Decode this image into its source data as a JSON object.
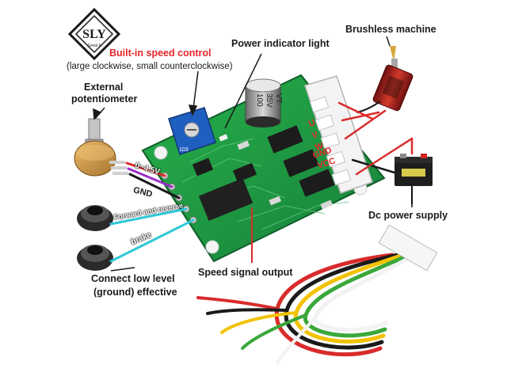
{
  "logo": {
    "brand_text": "SLY",
    "sub_text": "Great It"
  },
  "labels": {
    "builtin_speed_control": "Built-in speed control",
    "rotation_note": "(large clockwise, small counterclockwise)",
    "power_indicator": "Power indicator light",
    "brushless_machine": "Brushless machine",
    "external_pot_line1": "External",
    "external_pot_line2": "potentiometer",
    "dc_power_supply": "Dc power supply",
    "speed_signal_output": "Speed signal output",
    "connect_low_line1": "Connect low level",
    "connect_low_line2": "(ground) effective"
  },
  "wire_labels": {
    "v_range": "0~4.5V",
    "gnd": "GND",
    "forward_reverse": "Forward and reverse",
    "brake": "brake"
  },
  "terminal_labels": [
    "U",
    "V",
    "W",
    "GND",
    "VCC"
  ],
  "component_text": {
    "capacitor_line1": "100",
    "capacitor_line2": "35V",
    "capacitor_line3": "VT",
    "pot_marking": "103"
  },
  "colors": {
    "pcb": "#1f9a3e",
    "accent_red": "#e3262a",
    "wire_purple": "#9b2fc9",
    "wire_cyan": "#2ec8d8",
    "wire_red": "#d92b2b",
    "wire_yellow": "#f2c200",
    "wire_green": "#3aa83a",
    "wire_black": "#1a1a1a"
  }
}
